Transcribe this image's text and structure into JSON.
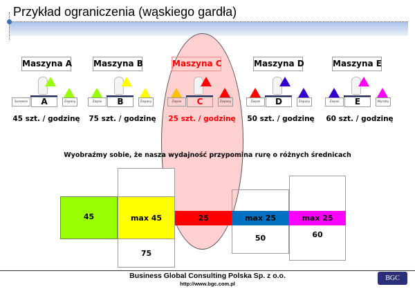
{
  "title": "Przykład  ograniczenia (wąskiego gardła)",
  "machines": [
    {
      "label": "Maszyna A",
      "unit": "A",
      "left_box": "Surowce",
      "right_box": "Zapasy",
      "rate": "45 szt. / godzinę",
      "colors": {
        "left": "#ffffff",
        "top": "#99ff00",
        "right": "#99ff00"
      }
    },
    {
      "label": "Maszyna B",
      "unit": "B",
      "left_box": "Zapas",
      "right_box": "Zapasy",
      "rate": "75 szt. / godzinę",
      "colors": {
        "left": "#99ff00",
        "top": "#ffff00",
        "right": "#ffff00"
      }
    },
    {
      "label": "Maszyna C",
      "unit": "C",
      "left_box": "Zapas",
      "right_box": "Zapasy",
      "rate": "25 szt. / godzinę",
      "colors": {
        "left": "#ffc000",
        "top": "#ff0000",
        "right": "#ff0000"
      }
    },
    {
      "label": "Maszyna D",
      "unit": "D",
      "left_box": "Zapas",
      "right_box": "Zapasy",
      "rate": "50 szt. / godzinę",
      "colors": {
        "left": "#ff0000",
        "top": "#3300cc",
        "right": "#3300cc"
      }
    },
    {
      "label": "Maszyna E",
      "unit": "E",
      "left_box": "Zapas",
      "right_box": "Wyroby gotowe",
      "rate": "60 szt. / godzinę",
      "colors": {
        "left": "#3300cc",
        "top": "#ff00ff",
        "right": "#ff00ff"
      }
    }
  ],
  "bottleneck_color": "#ff0000",
  "subtitle": "Wyobraźmy sobie, że nasza wydajność przypomina rurę o różnych średnicach",
  "pipe": {
    "a": "45",
    "b": "max 45",
    "b_capacity": "75",
    "c": "25",
    "d": "max 25",
    "d_capacity": "50",
    "e": "max 25",
    "e_capacity": "60"
  },
  "footer": {
    "company": "Business Global Consulting Polska Sp. z o.o.",
    "url": "http://www.bgc.com.pl",
    "logo": "BGC"
  }
}
